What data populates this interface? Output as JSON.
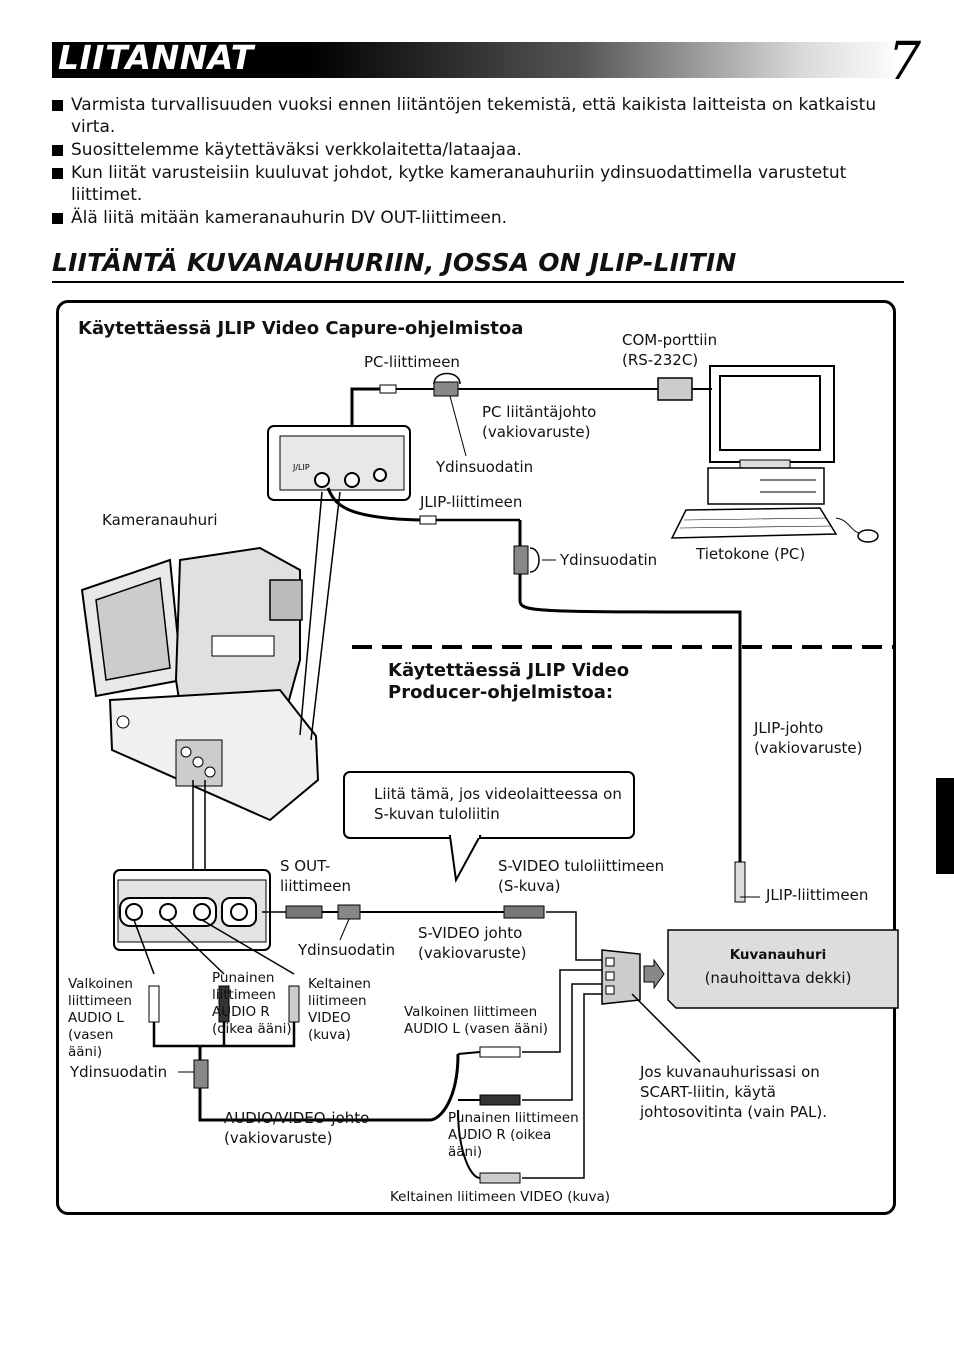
{
  "page": {
    "title": "LIITÄNNÄT",
    "page_number": "7"
  },
  "bullets": [
    "Varmista turvallisuuden vuoksi ennen liitäntöjen tekemistä, että kaikista laitteista on katkaistu virta.",
    "Suosittelemme käytettäväksi verkkolaitetta/lataajaa.",
    "Kun liität varusteisiin kuuluvat johdot, kytke kameranauhuriin ydinsuodattimella varustetut liittimet.",
    "Älä liitä mitään kameranauhurin DV OUT-liittimeen."
  ],
  "section": {
    "heading": "LIITÄNTÄ KUVANAUHURIIN, JOSSA ON JLIP-LIITIN"
  },
  "diagram": {
    "capture_heading": "Käytettäessä JLIP Video Capure-ohjelmistoa",
    "producer_heading": "Käytettäessä JLIP Video Producer-ohjelmistoa:",
    "pc_jack": "PC-liittimeen",
    "com_port": "COM-porttiin (RS-232C)",
    "pc_cable": "PC liitäntäjohto (vakiovaruste)",
    "core_filter_top": "Ydinsuodatin",
    "jlip_jack_top": "JLIP-liittimeen",
    "camcorder": "Kameranauhuri",
    "core_filter_jlip": "Ydinsuodatin",
    "computer": "Tietokone (PC)",
    "jlip_panel_label": "J/LIP",
    "jlip_cable": "JLIP-johto (vakiovaruste)",
    "callout": "Liitä tämä, jos videolaitteessa on S-kuvan tuloliitin",
    "s_out": "S OUT-liittimeen",
    "s_video_in": "S-VIDEO tuloliittimeen (S-kuva)",
    "jlip_jack_right": "JLIP-liittimeen",
    "core_filter_svideo": "Ydinsuodatin",
    "s_video_cable": "S-VIDEO johto (vakiovaruste)",
    "vcr_title": "Kuvanauhuri",
    "vcr_sub": "(nauhoittava dekki)",
    "white_plug": "Valkoinen liittimeen AUDIO L (vasen ääni)",
    "red_plug": "Punainen liittimeen AUDIO R (oikea ääni)",
    "yellow_plug": "Keltainen liitimeen VIDEO (kuva)",
    "white_right": "Valkoinen liittimeen AUDIO L (vasen ääni)",
    "core_filter_av": "Ydinsuodatin",
    "scart_note": "Jos kuvanauhurissasi on SCART-liitin, käytä johtosovitinta (vain PAL).",
    "av_cable": "AUDIO/VIDEO-johto (vakiovaruste)",
    "red_right": "Punainen liittimeen AUDIO R (oikea ääni)",
    "yellow_right": "Keltainen liitimeen VIDEO (kuva)"
  }
}
